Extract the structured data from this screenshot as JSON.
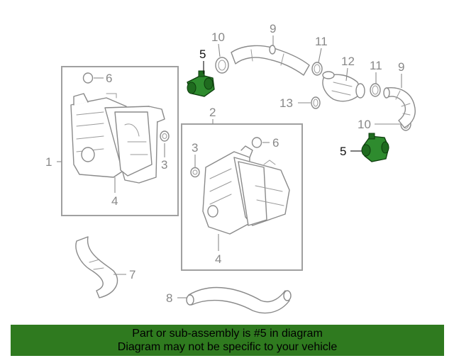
{
  "callouts": {
    "c1": "1",
    "c2": "2",
    "c3a": "3",
    "c3b": "3",
    "c4a": "4",
    "c4b": "4",
    "c5a": "5",
    "c5b": "5",
    "c6a": "6",
    "c6b": "6",
    "c7": "7",
    "c8": "8",
    "c9a": "9",
    "c9b": "9",
    "c10a": "10",
    "c10b": "10",
    "c11a": "11",
    "c11b": "11",
    "c12": "12",
    "c13": "13"
  },
  "banner": {
    "line1": "Part or sub-assembly is #5 in diagram",
    "line2": "Diagram may not be specific to your vehicle"
  },
  "colors": {
    "highlight": "#2e8b2e",
    "banner_bg": "#2f7a1f",
    "line_gray": "#8a8a8a"
  }
}
